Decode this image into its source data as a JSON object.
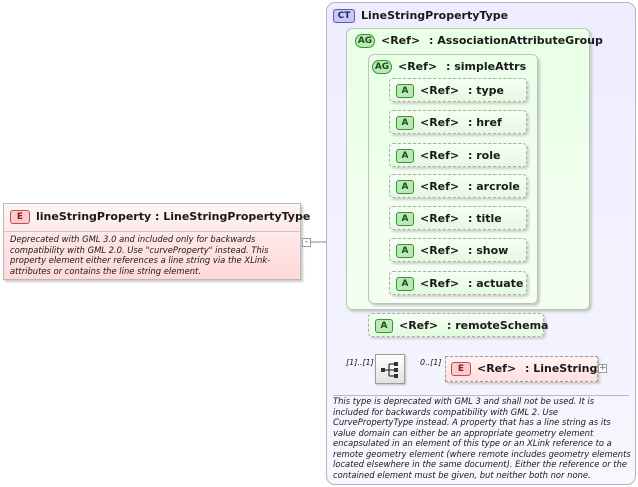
{
  "element": {
    "badge": "E",
    "name": "lineStringProperty",
    "type": ": LineStringPropertyType",
    "documentation": "Deprecated with GML 3.0 and included only for backwards compatibility with GML 2.0. Use \"curveProperty\" instead. This property element either references a line string via the XLink-attributes or contains the line string element."
  },
  "complex_type": {
    "badge": "CT",
    "name": "LineStringPropertyType",
    "documentation": "This type is deprecated with GML 3 and shall not be used. It is included for backwards compatibility with GML 2. Use CurvePropertyType instead. A property that has a line string as its value domain can either be an appropriate geometry element encapsulated in an element of this type or an XLink reference to a remote geometry element (where remote includes geometry elements located elsewhere in the same document). Either the reference or the contained element must be given, but neither both nor none."
  },
  "association_group": {
    "badge": "AG",
    "ref": "<Ref>",
    "name": ": AssociationAttributeGroup"
  },
  "simple_attrs_group": {
    "badge": "AG",
    "ref": "<Ref>",
    "name": ": simpleAttrs"
  },
  "attributes": [
    {
      "badge": "A",
      "ref": "<Ref>",
      "name": ": type"
    },
    {
      "badge": "A",
      "ref": "<Ref>",
      "name": ": href"
    },
    {
      "badge": "A",
      "ref": "<Ref>",
      "name": ": role"
    },
    {
      "badge": "A",
      "ref": "<Ref>",
      "name": ": arcrole"
    },
    {
      "badge": "A",
      "ref": "<Ref>",
      "name": ": title"
    },
    {
      "badge": "A",
      "ref": "<Ref>",
      "name": ": show"
    },
    {
      "badge": "A",
      "ref": "<Ref>",
      "name": ": actuate"
    }
  ],
  "remote_schema": {
    "badge": "A",
    "ref": "<Ref>",
    "name": ": remoteSchema"
  },
  "sequence": {
    "occurrence": "[1]..[1]",
    "child_occurrence": "0..[1]"
  },
  "ref_element": {
    "badge": "E",
    "ref": "<Ref>",
    "name": ": LineString",
    "expand": "+"
  },
  "colors": {
    "element_fill": "#ffe2e2",
    "type_fill": "#ededff",
    "group_fill": "#e9ffe6"
  }
}
